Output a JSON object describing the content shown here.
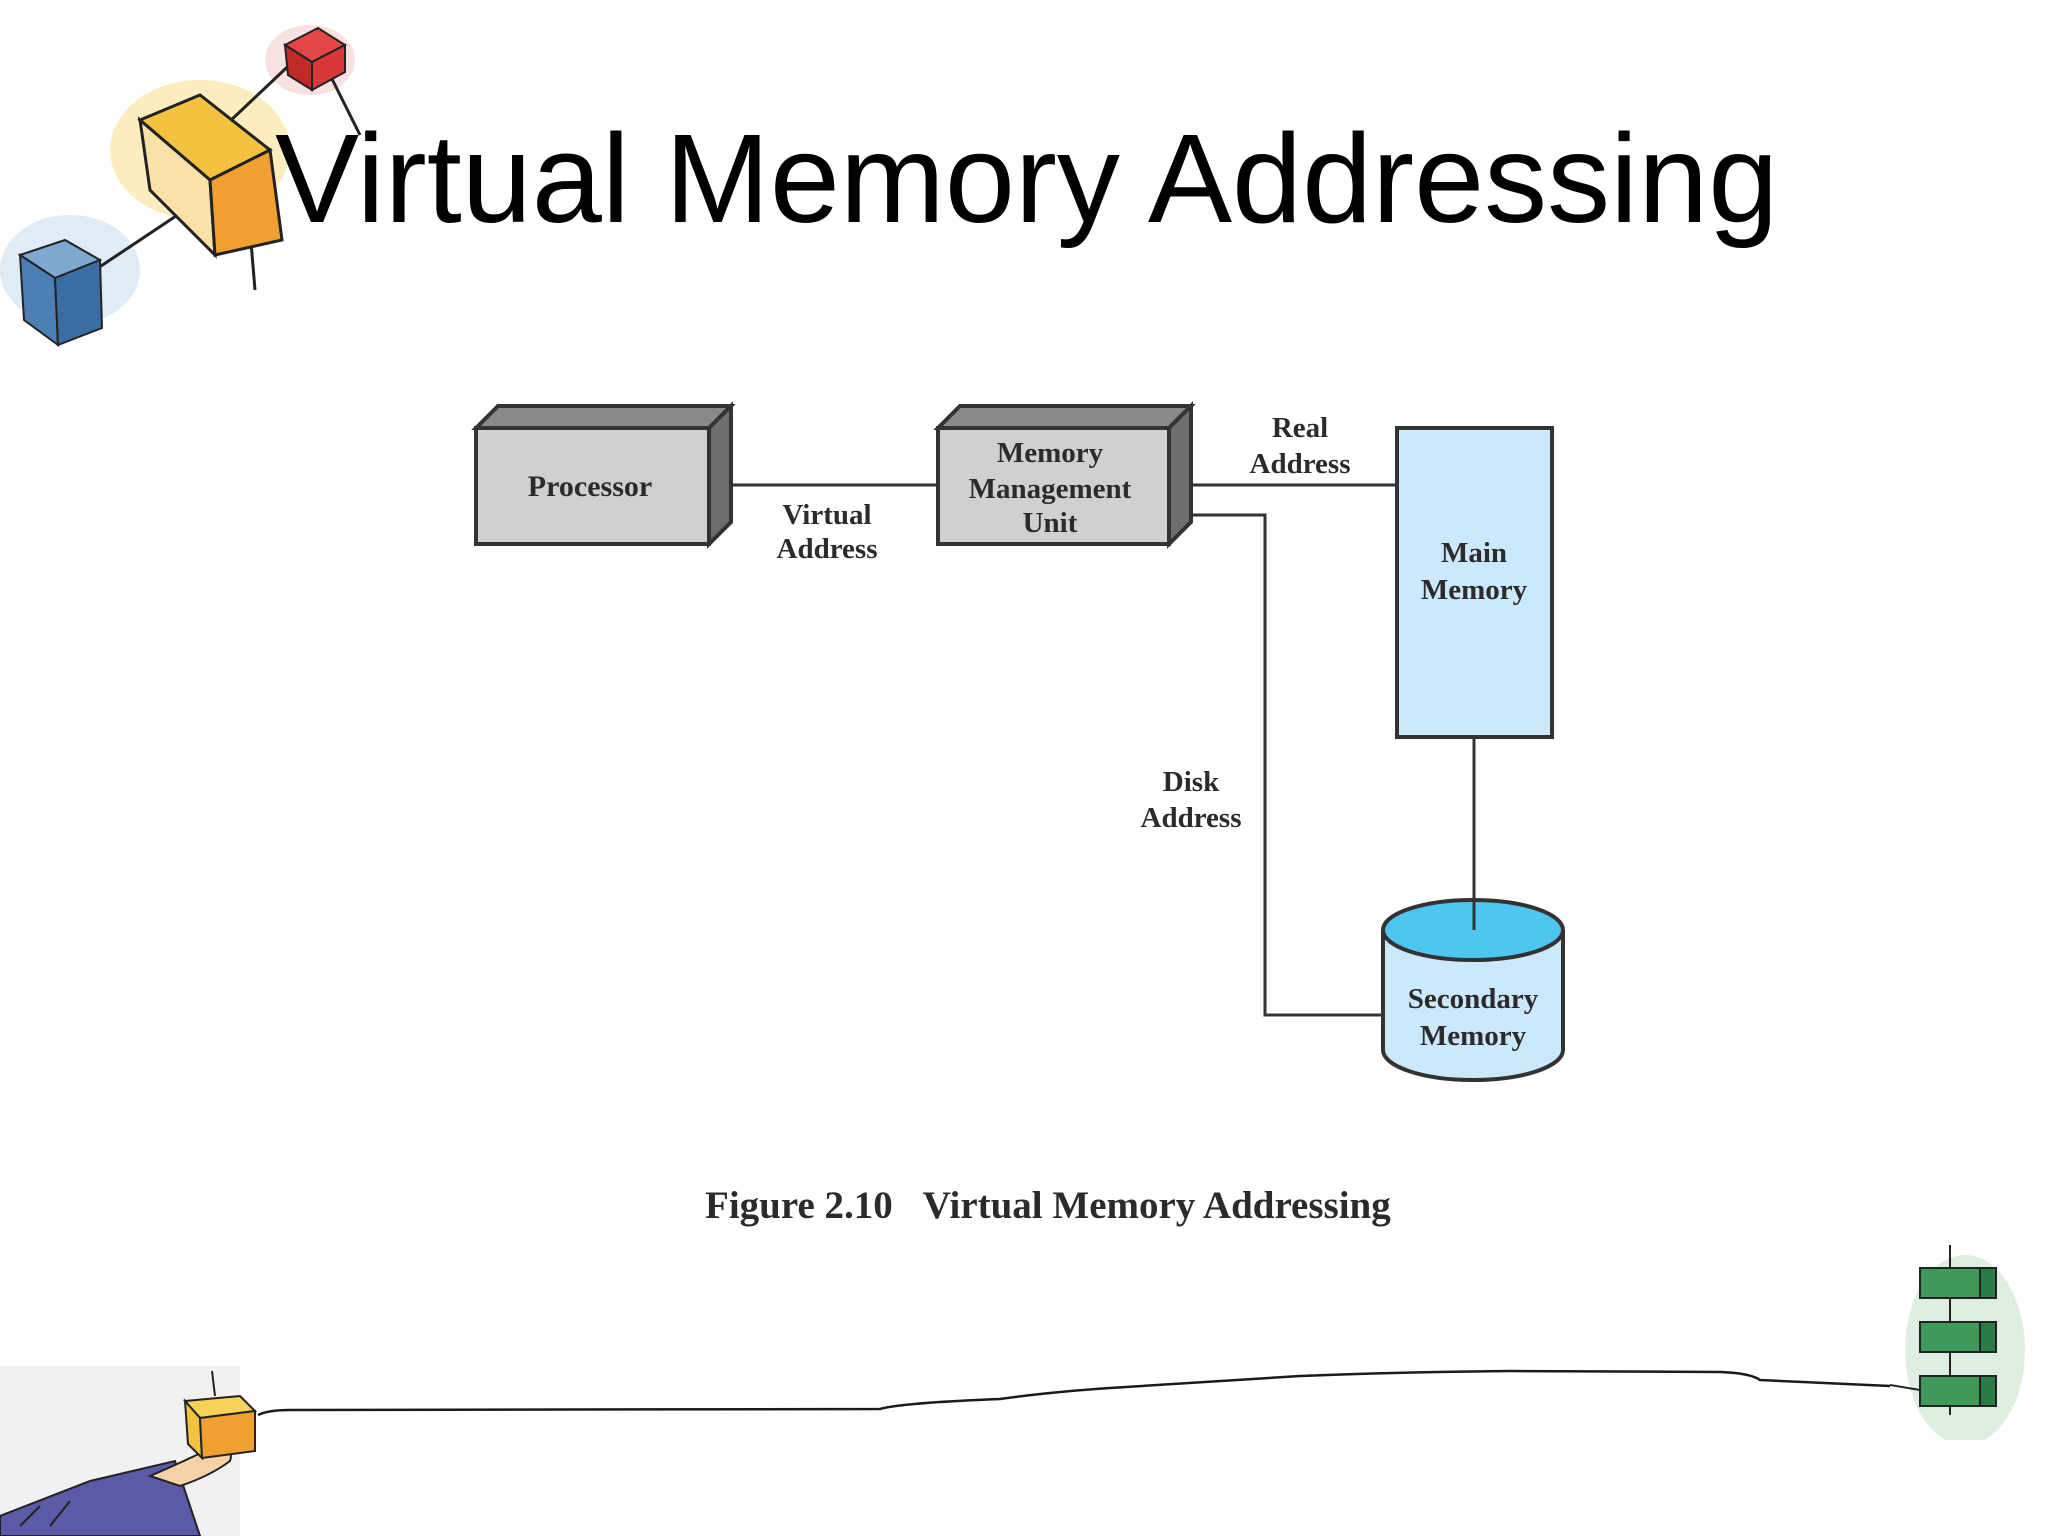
{
  "slide": {
    "title": "Virtual Memory Addressing"
  },
  "diagram": {
    "nodes": {
      "processor": "Processor",
      "mmu": [
        "Memory",
        "Management",
        "Unit"
      ],
      "main_memory": [
        "Main",
        "Memory"
      ],
      "secondary_memory": [
        "Secondary",
        "Memory"
      ]
    },
    "edges": {
      "virtual_address": [
        "Virtual",
        "Address"
      ],
      "real_address": [
        "Real",
        "Address"
      ],
      "disk_address": [
        "Disk",
        "Address"
      ]
    },
    "colors": {
      "box_fill": "#d0d0d0",
      "box_top": "#8a8a8a",
      "box_side": "#6e6e6e",
      "memory_fill": "#cce9fb",
      "disk_top": "#4fc6ef",
      "line": "#333333"
    }
  },
  "caption": {
    "number": "Figure 2.10",
    "text": "Virtual Memory Addressing"
  },
  "decorations": {
    "top_left": "network-cubes-clipart",
    "bottom_left": "hand-holding-box-clipart",
    "bottom_right": "flowchart-clipart"
  }
}
